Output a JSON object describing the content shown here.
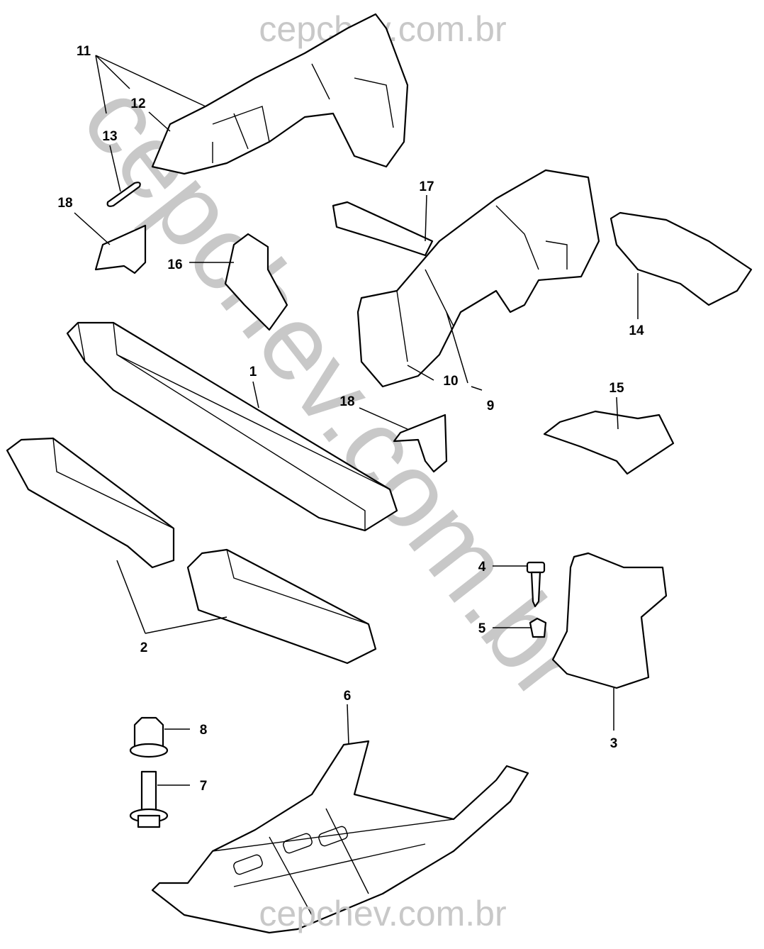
{
  "watermark": {
    "top": "cepchev.com.br",
    "diagonal": "cepchev.com.br",
    "bottom": "cepchev.com.br"
  },
  "callouts": {
    "c1": "1",
    "c2": "2",
    "c3": "3",
    "c4": "4",
    "c5": "5",
    "c6": "6",
    "c7": "7",
    "c8": "8",
    "c9": "9",
    "c10": "10",
    "c11": "11",
    "c12": "12",
    "c13": "13",
    "c14": "14",
    "c15": "15",
    "c16": "16",
    "c17": "17",
    "c18a": "18",
    "c18b": "18"
  }
}
